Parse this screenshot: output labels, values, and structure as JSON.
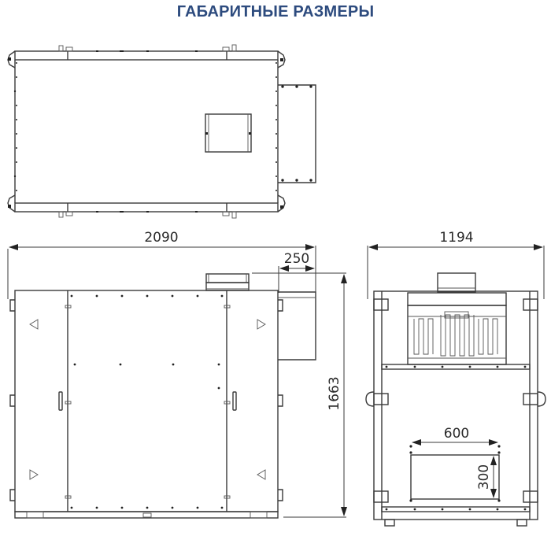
{
  "title": "ГАБАРИТНЫЕ РАЗМЕРЫ",
  "colors": {
    "title": "#2d4b7e",
    "lines": "#3a3a3a",
    "background": "#ffffff"
  },
  "views": {
    "top": {
      "label": "top-view"
    },
    "front": {
      "label": "front-view",
      "dimensions": {
        "overall_length": "2090",
        "extension_width": "250",
        "overall_height": "1663"
      }
    },
    "side": {
      "label": "side-view",
      "dimensions": {
        "overall_width": "1194",
        "opening_width": "600",
        "opening_height": "300"
      }
    }
  }
}
